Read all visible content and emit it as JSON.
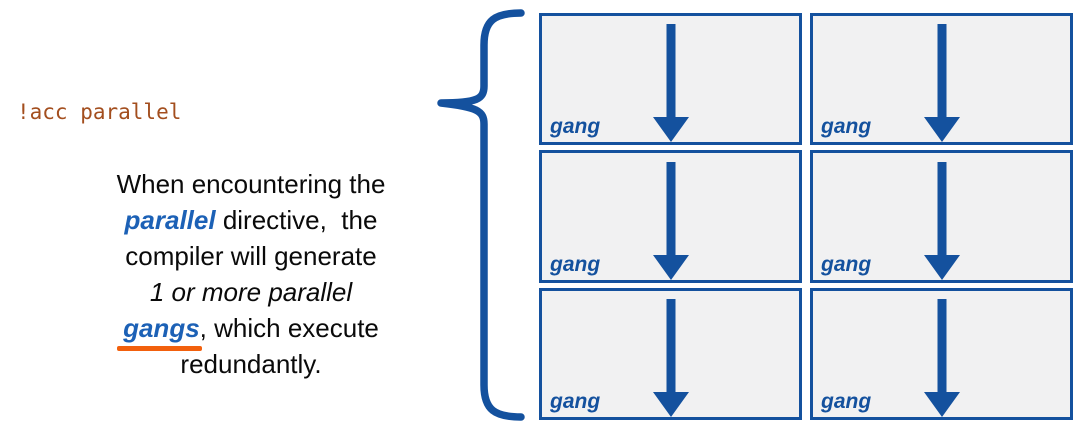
{
  "slide": {
    "code_line": "!acc parallel",
    "paragraph": {
      "line1": "When encountering the",
      "line2_keyword": "parallel",
      "line2_rest": " directive,  the",
      "line3": "compiler will generate",
      "line4_italic": "1 or more parallel",
      "line5_keyword": "gangs",
      "line5_rest": ", which execute",
      "line6": "redundantly."
    },
    "diagram": {
      "rows": 3,
      "cols": 2,
      "gang_label": "gang",
      "arrow_icon": "down-arrow-icon",
      "brace_icon": "left-curly-brace-icon"
    },
    "colors": {
      "diagram_blue": "#14519E",
      "keyword_blue": "#1C61B6",
      "underline_orange": "#F2600D",
      "code_brown": "#A34E1E",
      "box_fill": "#F1F1F2",
      "text_black": "#0a0a0a",
      "background": "#FFFFFF"
    }
  }
}
